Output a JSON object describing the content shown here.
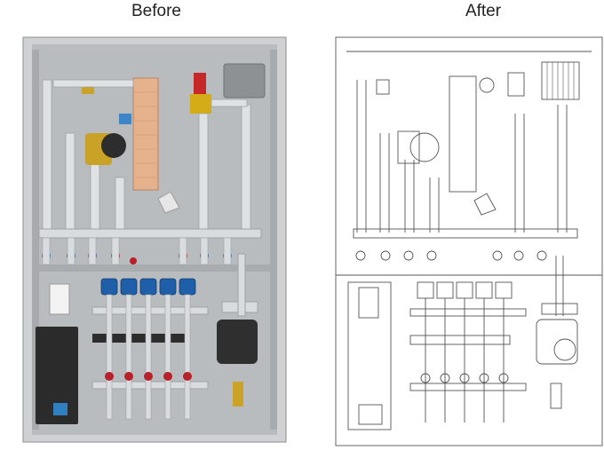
{
  "labels": {
    "before": "Before",
    "after": "After"
  },
  "colors": {
    "cabinet_frame": "#c9cbcd",
    "cabinet_interior": "#b7babd",
    "pipe": "#d6d9dc",
    "brass": "#c9a227",
    "plate_exchanger": "#e6b28e",
    "blue_valve": "#1f5ea8",
    "red_valve": "#b9202a",
    "black_control_box": "#2b2b2b",
    "outline_stroke": "#555555"
  },
  "icons": [
    "before-photo-cabinet",
    "after-line-drawing-cabinet"
  ]
}
